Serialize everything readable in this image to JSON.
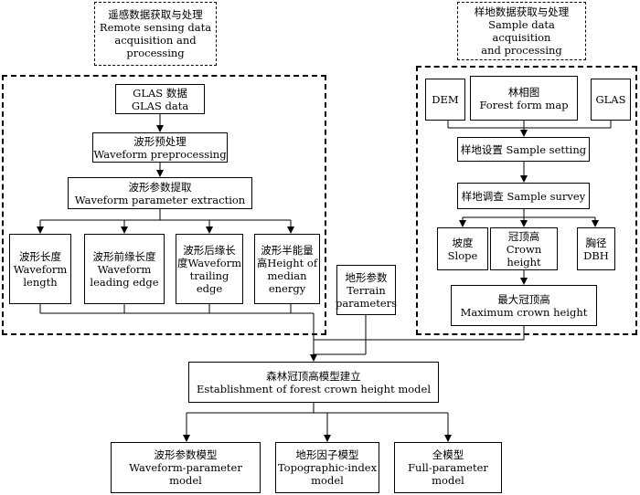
{
  "header_left": {
    "zh": "遥感数据获取与处理",
    "en1": "Remote sensing data",
    "en2": "acquisition and",
    "en3": "processing"
  },
  "header_right": {
    "zh": "样地数据获取与处理",
    "en1": "Sample data acquisition",
    "en2": "and processing"
  },
  "left": {
    "glas": {
      "zh": "GLAS 数据",
      "en": "GLAS data"
    },
    "preprocess": {
      "zh": "波形预处理",
      "en": "Waveform preprocessing"
    },
    "extraction": {
      "zh": "波形参数提取",
      "en": "Waveform parameter extraction"
    },
    "params": [
      {
        "l1": "波形长度",
        "l2": "Waveform",
        "l3": "length",
        "l4": ""
      },
      {
        "l1": "波形前缘长度",
        "l2": "Waveform",
        "l3": "leading edge",
        "l4": ""
      },
      {
        "l1": "波形后缘长",
        "l2": "度Waveform",
        "l3": "trailing",
        "l4": "edge"
      },
      {
        "l1": "波形半能量",
        "l2": "高Height of",
        "l3": "median",
        "l4": "energy"
      }
    ]
  },
  "terrain": {
    "zh": "地形参数",
    "en1": "Terrain",
    "en2": "parameters"
  },
  "right": {
    "dem": "DEM",
    "forest_map": {
      "zh": "林相图",
      "en": "Forest form map"
    },
    "glas": "GLAS",
    "setting": "样地设置 Sample setting",
    "survey": "样地调查 Sample survey",
    "slope": {
      "zh": "坡度",
      "en": "Slope"
    },
    "crown": {
      "zh": "冠顶高",
      "en": "Crown height"
    },
    "dbh": {
      "zh": "胸径",
      "en": "DBH"
    },
    "max_crown": {
      "zh": "最大冠顶高",
      "en": "Maximum crown height"
    }
  },
  "model": {
    "zh": "森林冠顶高模型建立",
    "en": "Establishment of forest crown height model"
  },
  "outputs": [
    {
      "zh": "波形参数模型",
      "en1": "Waveform-parameter model",
      "en2": ""
    },
    {
      "zh": "地形因子模型",
      "en1": "Topographic-index",
      "en2": "model"
    },
    {
      "zh": "全模型",
      "en1": "Full-parameter",
      "en2": "model"
    }
  ]
}
